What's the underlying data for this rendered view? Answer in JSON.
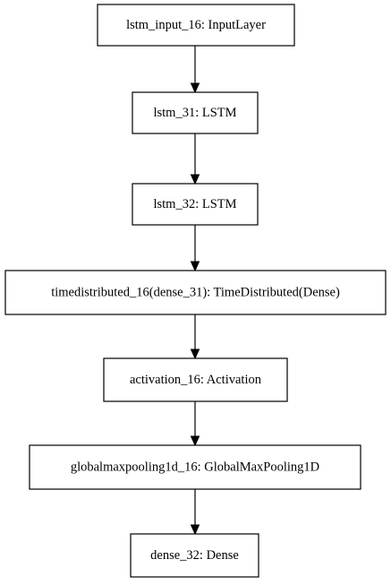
{
  "diagram": {
    "type": "flowchart",
    "direction": "top-to-bottom",
    "colors": {
      "background": "#ffffff",
      "node_border": "#000000",
      "node_fill": "#ffffff",
      "text": "#000000",
      "edge": "#000000"
    },
    "nodes": [
      {
        "id": "n0",
        "label": "lstm_input_16: InputLayer"
      },
      {
        "id": "n1",
        "label": "lstm_31: LSTM"
      },
      {
        "id": "n2",
        "label": "lstm_32: LSTM"
      },
      {
        "id": "n3",
        "label": "timedistributed_16(dense_31): TimeDistributed(Dense)"
      },
      {
        "id": "n4",
        "label": "activation_16: Activation"
      },
      {
        "id": "n5",
        "label": "globalmaxpooling1d_16: GlobalMaxPooling1D"
      },
      {
        "id": "n6",
        "label": "dense_32: Dense"
      }
    ],
    "edges": [
      {
        "from": "n0",
        "to": "n1"
      },
      {
        "from": "n1",
        "to": "n2"
      },
      {
        "from": "n2",
        "to": "n3"
      },
      {
        "from": "n3",
        "to": "n4"
      },
      {
        "from": "n4",
        "to": "n5"
      },
      {
        "from": "n5",
        "to": "n6"
      }
    ]
  }
}
